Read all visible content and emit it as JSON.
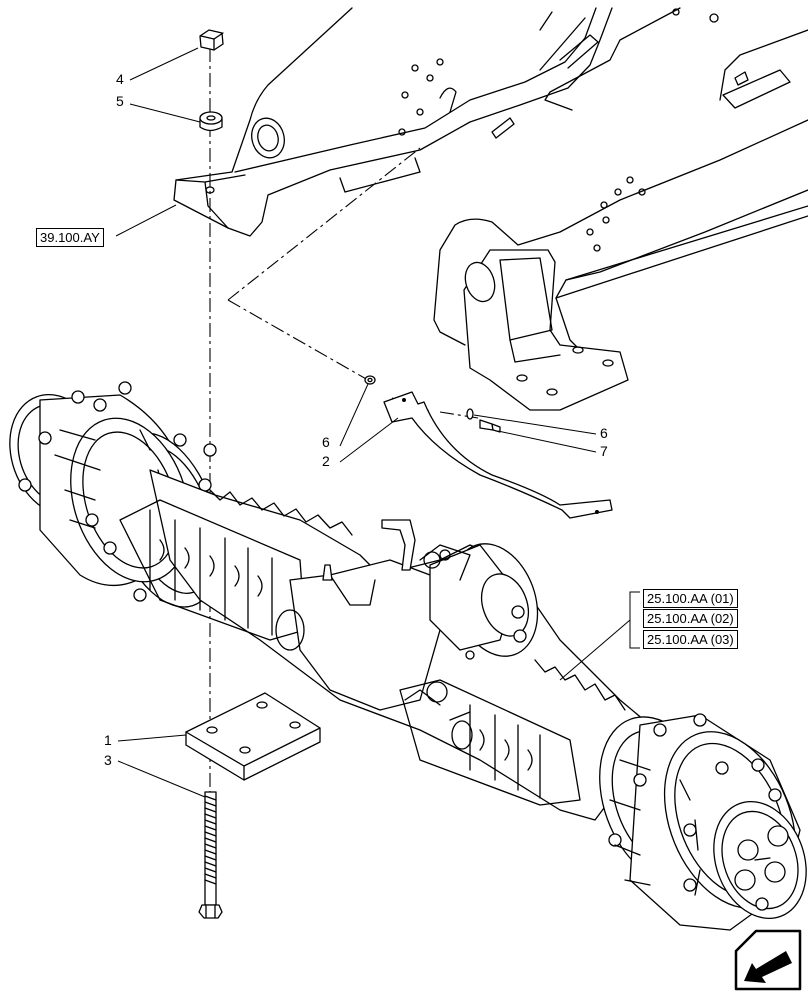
{
  "callouts": {
    "c1": "1",
    "c2": "2",
    "c3": "3",
    "c4": "4",
    "c5": "5",
    "c6a": "6",
    "c6b": "6",
    "c7": "7"
  },
  "references": {
    "frame": "39.100.AY",
    "axle": [
      "25.100.AA (01)",
      "25.100.AA (02)",
      "25.100.AA (03)"
    ]
  },
  "icons": {
    "navigation": "next-page-arrow-icon"
  }
}
